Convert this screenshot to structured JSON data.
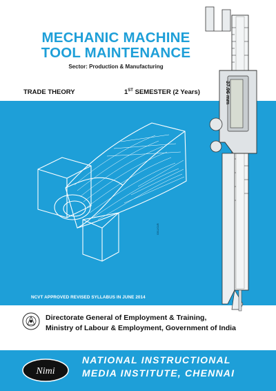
{
  "cover": {
    "title_line1": "MECHANIC MACHINE",
    "title_line2": "TOOL MAINTENANCE",
    "sector": "Sector: Production & Manufacturing",
    "trade_theory": "TRADE THEORY",
    "semester_num": "1",
    "semester_sup": "ST",
    "semester_rest": " SEMESTER (2 Years)",
    "ncvt_note": "NCVT APPROVED REVISED SYLLABUS IN JUNE 2014",
    "drawing_code": "03/11/01/B",
    "caliper_reading": "37.96 mm",
    "dg_line1": "Directorate General of Employment & Training,",
    "dg_line2": "Ministry of Labour & Employment, Government of India",
    "nimi_logo_text": "Nimi",
    "nimi_line1": "NATIONAL  INSTRUCTIONAL",
    "nimi_line2": "MEDIA INSTITUTE, CHENNAI"
  },
  "colors": {
    "brand_blue": "#1e9fd8",
    "text_dark": "#111111",
    "white": "#ffffff"
  },
  "icons": {
    "emblem": "india-emblem-icon",
    "logo": "nimi-logo-icon",
    "caliper": "vernier-caliper-illustration",
    "drawing": "cutting-tool-isometric-drawing"
  }
}
